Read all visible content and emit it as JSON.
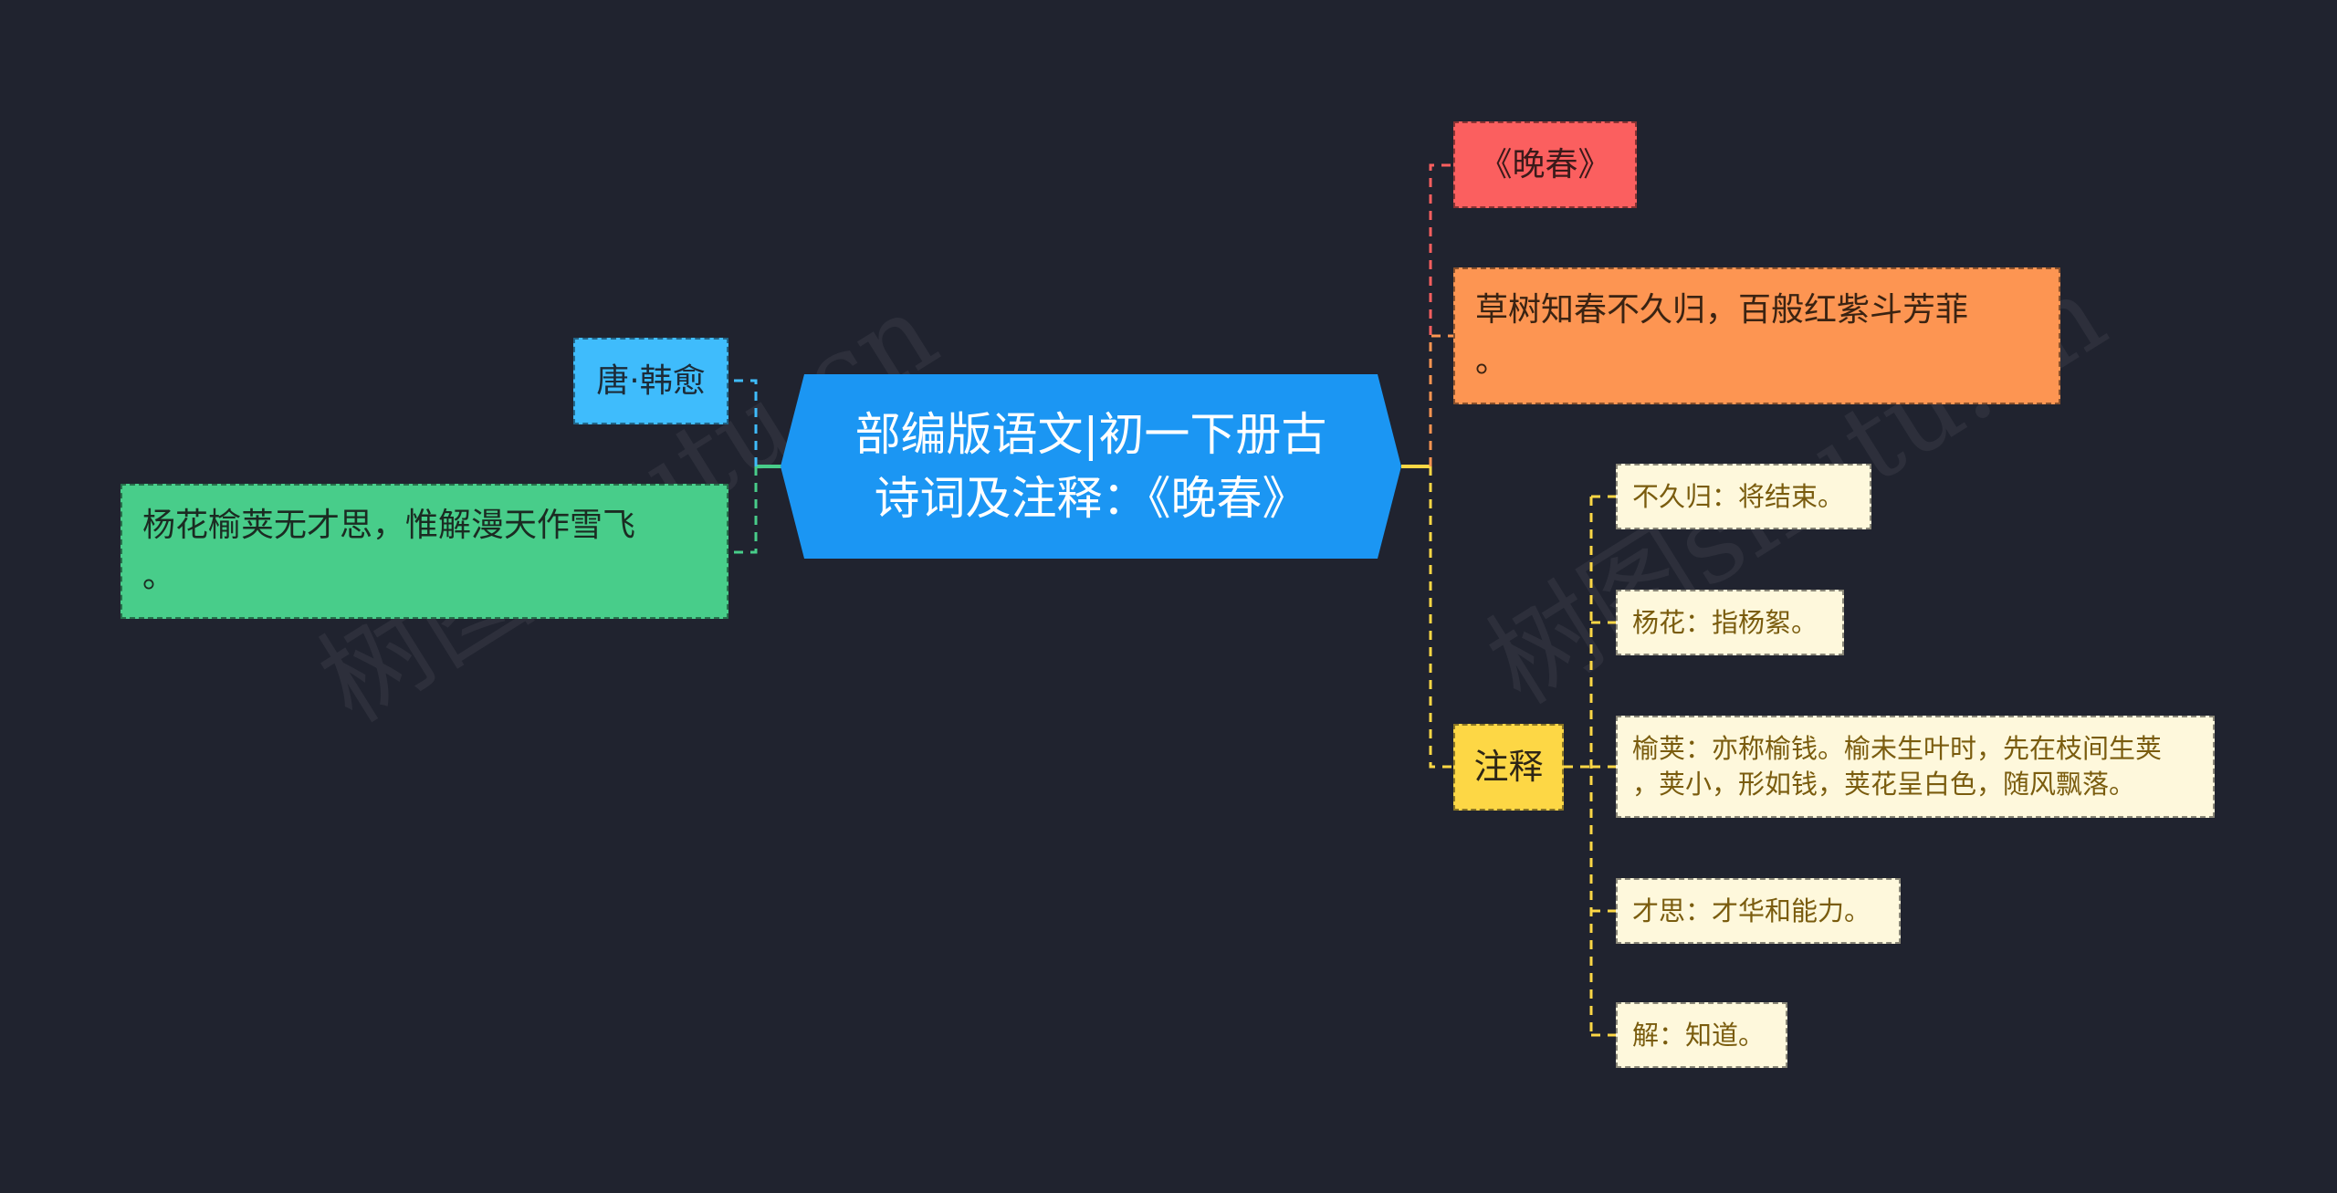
{
  "mindmap": {
    "root": {
      "label": "部编版语文|初一下册古诗词及注释：《晚春》",
      "color": "#1b96f3"
    },
    "left": [
      {
        "label": "唐·韩愈",
        "color": "#3fbcfc"
      },
      {
        "label": "杨花榆荚无才思，惟解漫天作雪飞\n。",
        "color": "#48cd8a"
      }
    ],
    "right": [
      {
        "label": "《晚春》",
        "color": "#fb5f5f"
      },
      {
        "label": "草树知春不久归，百般红紫斗芳菲\n。",
        "color": "#fd9552"
      },
      {
        "label": "注释",
        "color": "#fdd745",
        "children": [
          {
            "label": "不久归：将结束。"
          },
          {
            "label": "杨花：指杨絮。"
          },
          {
            "label": "榆荚：亦称榆钱。榆未生叶时，先在枝间生荚\n，荚小，形如钱，荚花呈白色，随风飘落。"
          },
          {
            "label": "才思：才华和能力。"
          },
          {
            "label": "解：知道。"
          }
        ],
        "child_color": "#fef8dc",
        "child_text_color": "#7a5c0e"
      }
    ]
  },
  "watermark": "树图shutu.cn"
}
